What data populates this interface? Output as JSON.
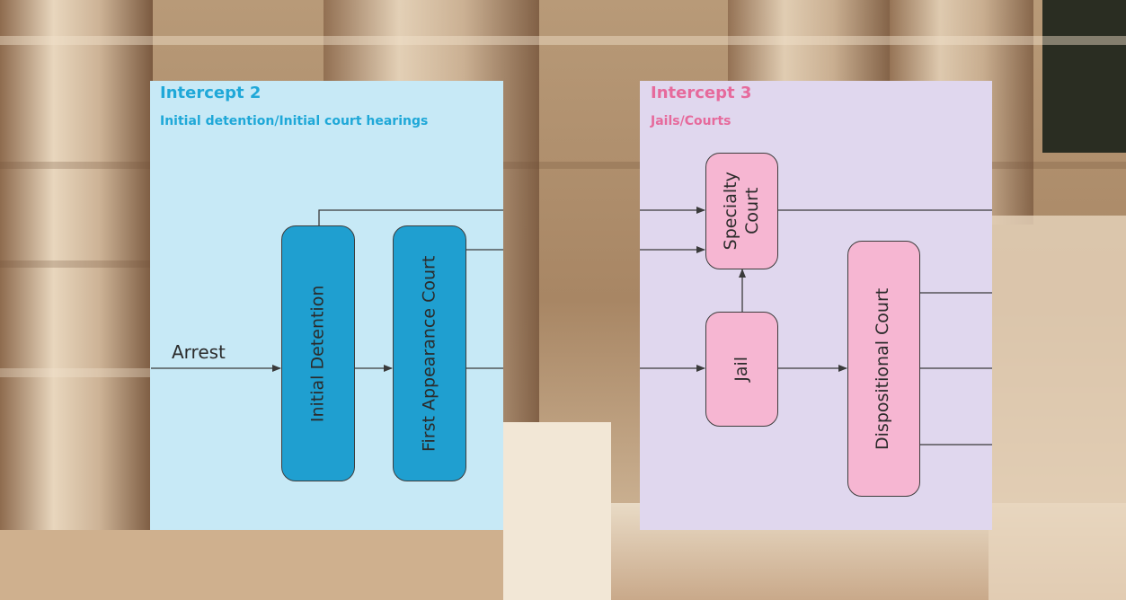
{
  "colors": {
    "intercept2_panel": "#c7e9f6",
    "intercept2_title": "#1fa8d8",
    "intercept2_node": "#1f9fd0",
    "intercept3_panel": "#e0d7ee",
    "intercept3_title": "#e66a9c",
    "intercept3_node": "#f6b6d2",
    "line": "#3a3a3a"
  },
  "intercept2": {
    "title": "Intercept 2",
    "subtitle": "Initial detention/Initial court hearings",
    "nodes": {
      "initial_detention": "Initial Detention",
      "first_appearance": "First Appearance Court"
    },
    "arrest_label": "Arrest"
  },
  "intercept3": {
    "title": "Intercept 3",
    "subtitle": "Jails/Courts",
    "nodes": {
      "specialty_line1": "Specialty",
      "specialty_line2": "Court",
      "jail": "Jail",
      "dispositional": "Dispositional Court"
    }
  },
  "background": {
    "description_icon": "courthouse-columns-photo-icon"
  }
}
